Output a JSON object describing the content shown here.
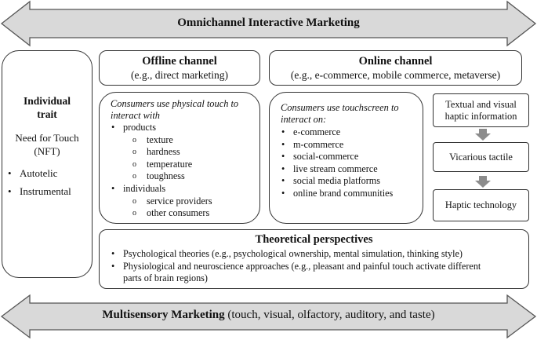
{
  "top_arrow": {
    "label": "Omnichannel Interactive Marketing"
  },
  "bottom_arrow": {
    "label_bold": "Multisensory Marketing",
    "label_rest": " (touch, visual, olfactory, auditory, and taste)"
  },
  "individual": {
    "title_line1": "Individual",
    "title_line2": "trait",
    "subtitle_line1": "Need for Touch",
    "subtitle_line2": "(NFT)",
    "items": [
      "Autotelic",
      "Instrumental"
    ]
  },
  "offline_header": {
    "title": "Offline channel",
    "subtitle": "(e.g., direct marketing)"
  },
  "online_header": {
    "title": "Online channel",
    "subtitle": "(e.g., e-commerce, mobile commerce, metaverse)"
  },
  "offline_body": {
    "intro_line1": "Consumers use physical touch to",
    "intro_line2": "interact with",
    "groups": [
      {
        "label": "products",
        "subitems": [
          "texture",
          "hardness",
          "temperature",
          "toughness"
        ]
      },
      {
        "label": "individuals",
        "subitems": [
          "service providers",
          "other consumers"
        ]
      }
    ]
  },
  "online_body": {
    "intro_line1": "Consumers use touchscreen to",
    "intro_line2": "interact on:",
    "items": [
      "e-commerce",
      "m-commerce",
      "social-commerce",
      "live stream commerce",
      "social media platforms",
      "online brand communities"
    ]
  },
  "haptic": {
    "box1_line1": "Textual and visual",
    "box1_line2": "haptic information",
    "box2": "Vicarious tactile",
    "box3": "Haptic technology"
  },
  "theory": {
    "title": "Theoretical perspectives",
    "item1": "Psychological theories (e.g., psychological ownership, mental simulation, thinking style)",
    "item2_line1": "Physiological and neuroscience approaches (e.g., pleasant and painful touch activate different",
    "item2_line2": "parts of brain regions)"
  },
  "colors": {
    "arrow_fill": "#d9d9d9",
    "arrow_stroke": "#555555",
    "down_arrow": "#8c8c8c"
  }
}
